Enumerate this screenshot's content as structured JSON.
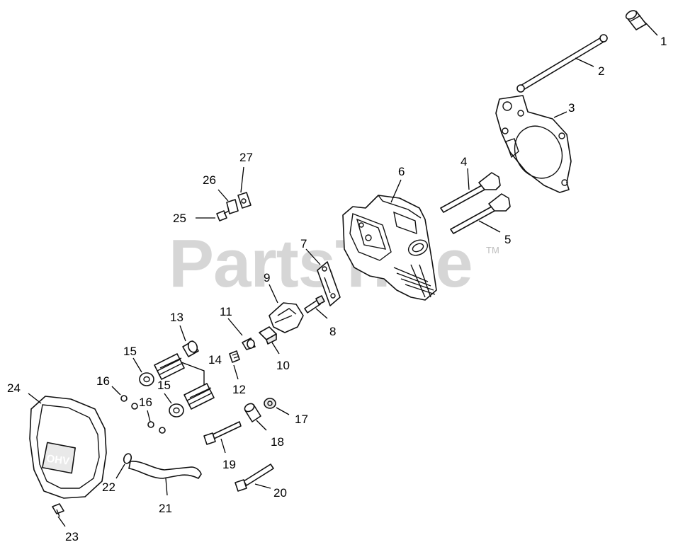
{
  "watermark": {
    "text": "PartsTree",
    "tm": "TM"
  },
  "cover_text": "OHV",
  "callouts": [
    {
      "label": "1"
    },
    {
      "label": "2"
    },
    {
      "label": "3"
    },
    {
      "label": "4"
    },
    {
      "label": "5"
    },
    {
      "label": "6"
    },
    {
      "label": "7"
    },
    {
      "label": "8"
    },
    {
      "label": "9"
    },
    {
      "label": "10"
    },
    {
      "label": "11"
    },
    {
      "label": "12"
    },
    {
      "label": "13"
    },
    {
      "label": "14"
    },
    {
      "label": "15"
    },
    {
      "label": "15"
    },
    {
      "label": "16"
    },
    {
      "label": "16"
    },
    {
      "label": "17"
    },
    {
      "label": "18"
    },
    {
      "label": "19"
    },
    {
      "label": "20"
    },
    {
      "label": "21"
    },
    {
      "label": "22"
    },
    {
      "label": "23"
    },
    {
      "label": "24"
    },
    {
      "label": "25"
    },
    {
      "label": "26"
    },
    {
      "label": "27"
    }
  ]
}
